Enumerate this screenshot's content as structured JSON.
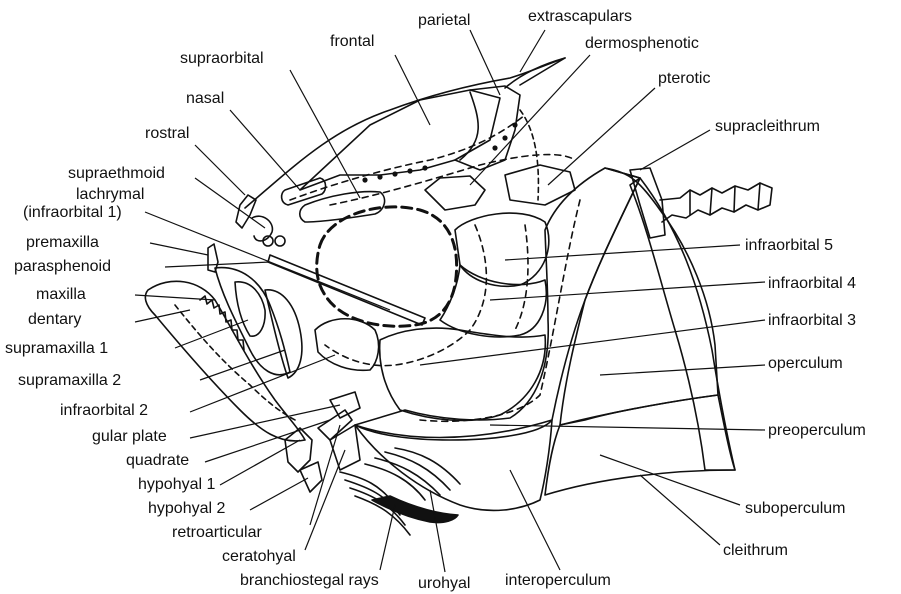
{
  "labels": {
    "supraorbital": "supraorbital",
    "frontal": "frontal",
    "parietal": "parietal",
    "extrascapulars": "extrascapulars",
    "dermosphenotic": "dermosphenotic",
    "pterotic": "pterotic",
    "nasal": "nasal",
    "rostral": "rostral",
    "supracleithrum": "supracleithrum",
    "supraethmoid": "supraethmoid",
    "lachrymal": "lachrymal",
    "infraorbital1": "(infraorbital 1)",
    "premaxilla": "premaxilla",
    "parasphenoid": "parasphenoid",
    "maxilla": "maxilla",
    "dentary": "dentary",
    "supramaxilla1": "supramaxilla 1",
    "supramaxilla2": "supramaxilla 2",
    "infraorbital2": "infraorbital 2",
    "gular_plate": "gular plate",
    "quadrate": "quadrate",
    "hypohyal1": "hypohyal 1",
    "hypohyal2": "hypohyal 2",
    "retroarticular": "retroarticular",
    "ceratohyal": "ceratohyal",
    "branchiostegal_rays": "branchiostegal rays",
    "urohyal": "urohyal",
    "interoperculum": "interoperculum",
    "cleithrum": "cleithrum",
    "suboperculum": "suboperculum",
    "preoperculum": "preoperculum",
    "operculum": "operculum",
    "infraorbital3": "infraorbital 3",
    "infraorbital4": "infraorbital 4",
    "infraorbital5": "infraorbital 5"
  }
}
